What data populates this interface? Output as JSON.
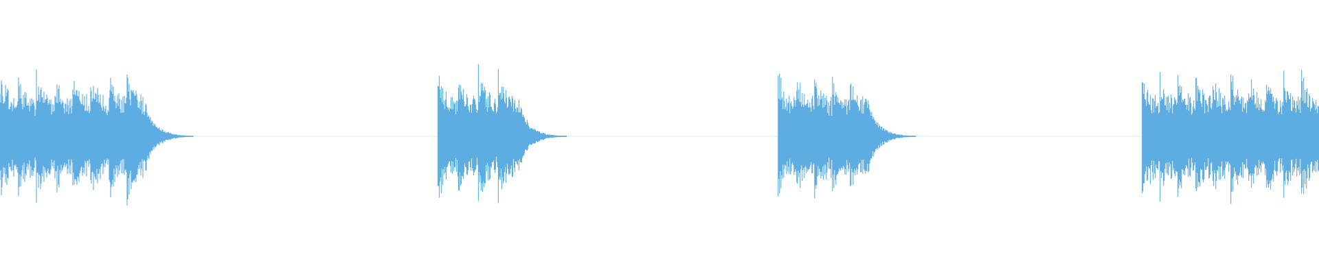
{
  "waveform": {
    "color": "#5dade2",
    "clips": [
      {
        "start": 0.0,
        "end": 0.11,
        "bursts": 8
      },
      {
        "start": 0.332,
        "end": 0.393,
        "bursts": 4
      },
      {
        "start": 0.59,
        "end": 0.658,
        "bursts": 5
      },
      {
        "start": 0.866,
        "end": 1.0,
        "bursts": 10
      }
    ],
    "amplitude": 0.27
  }
}
